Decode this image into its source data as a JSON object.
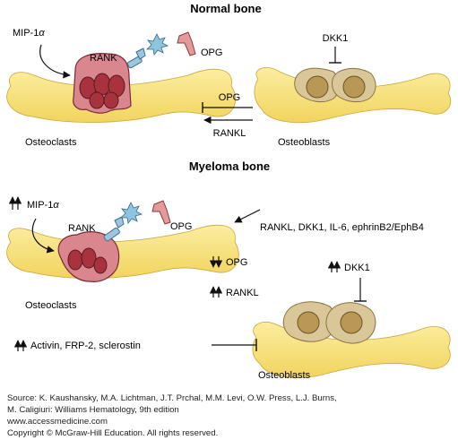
{
  "normal": {
    "title": "Normal bone",
    "mip": "MIP-1",
    "alpha": "α",
    "rank": "RANK",
    "opg": "OPG",
    "dkk1": "DKK1",
    "arrow_opg": "OPG",
    "arrow_rankl": "RANKL",
    "osteoclasts": "Osteoclasts",
    "osteoblasts": "Osteoblasts"
  },
  "myeloma": {
    "title": "Myeloma bone",
    "mip": "MIP-1",
    "alpha": "α",
    "rank": "RANK",
    "opg": "OPG",
    "factors": "RANKL, DKK1, IL-6, ephrinB2/EphB4",
    "down_opg": "OPG",
    "up_rankl": "RANKL",
    "up_dkk1": "DKK1",
    "inhibitors": "Activin, FRP-2, sclerostin",
    "osteoclasts": "Osteoclasts",
    "osteoblasts": "Osteoblasts"
  },
  "source": {
    "line1": "Source: K. Kaushansky, M.A. Lichtman, J.T. Prchal, M.M. Levi, O.W. Press, L.J. Burns,",
    "line2": "M. Caligiuri: Williams Hematology, 9th edition",
    "line3": "www.accessmedicine.com",
    "line4": "Copyright © McGraw-Hill Education.  All rights reserved."
  },
  "colors": {
    "bone": "#f7e27c",
    "bone_shade": "#e2c24a",
    "osteoclast": "#d9868f",
    "osteoclast_nucleus": "#a8323e",
    "osteoblast": "#d9c79a",
    "osteoblast_nucleus": "#b89854",
    "rank_receptor": "#9ec5de",
    "opg": "#e29a9a",
    "rankl_star": "#8fc4de"
  }
}
